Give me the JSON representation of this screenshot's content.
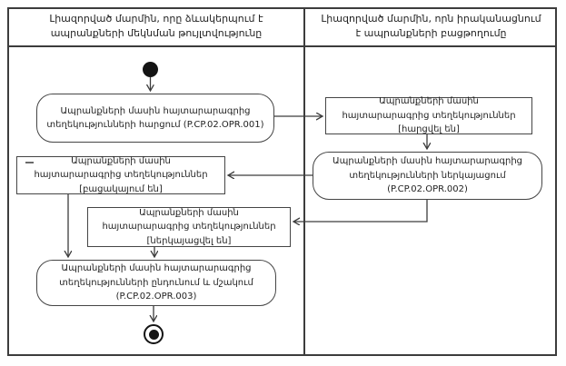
{
  "diagram": {
    "title_semantic": "activity-diagram-swimlanes",
    "lanes": [
      {
        "title": "Լիազորված մարմին, որը ձևակերպում է ապրանքների մեկնման թույլտվությունը"
      },
      {
        "title": "Լիազորված մարմին, որն իրականացնում է ապրանքների բացթողումը"
      }
    ],
    "nodes": {
      "start": {
        "type": "initial-node"
      },
      "activity_1": {
        "type": "activity",
        "label": "Ապրանքների մասին հայտարարագրից տեղեկությունների հարցում (P.CP.02.OPR.001)",
        "code": "P.CP.02.OPR.001"
      },
      "state_queried": {
        "type": "object-state",
        "label": "Ապրանքների մասին հայտարարագրից տեղեկություններ [հարցվել են]"
      },
      "activity_2": {
        "type": "activity",
        "label": "Ապրանքների մասին հայտարարագրից տեղեկությունների ներկայացում (P.CP.02.OPR.002)",
        "code": "P.CP.02.OPR.002"
      },
      "state_missing": {
        "type": "object-state",
        "label": "Ապրանքների մասին հայտարարագրից տեղեկություններ [բացակայում են]"
      },
      "state_submitted": {
        "type": "object-state",
        "label": "Ապրանքների մասին հայտարարագրից տեղեկություններ [ներկայացվել են]"
      },
      "activity_3": {
        "type": "activity",
        "label": "Ապրանքների մասին հայտարարագրից տեղեկությունների ընդունում և մշակում (P.CP.02.OPR.003)",
        "code": "P.CP.02.OPR.003"
      },
      "end": {
        "type": "final-node"
      }
    },
    "colors": {
      "line": "#3c3c3c",
      "background": "#ffffff",
      "text": "#1f1f1f"
    }
  }
}
